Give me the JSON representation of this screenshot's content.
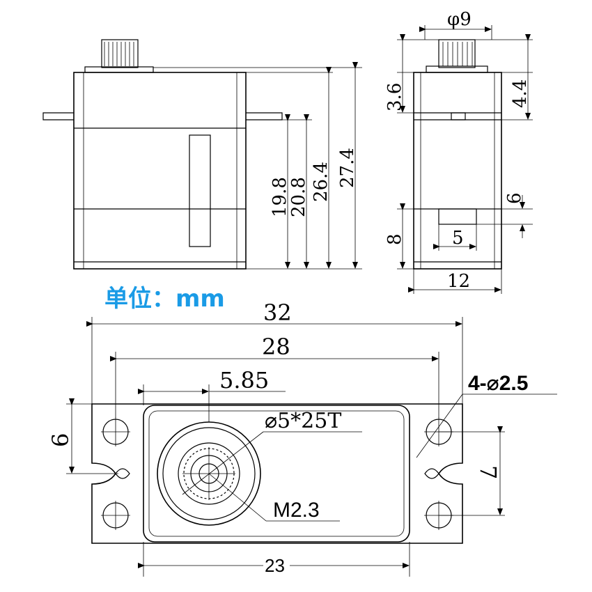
{
  "unit_label": "单位：mm",
  "unit_color": "#1a9be6",
  "side_view": {
    "dims": {
      "d19_8": "19.8",
      "d20_8": "20.8",
      "d26_4": "26.4",
      "d27_4": "27.4"
    }
  },
  "end_view": {
    "dims": {
      "phi9": "φ9",
      "d3_6": "3.6",
      "d4_4": "4.4",
      "d6": "6",
      "d8": "8",
      "d5": "5",
      "d12": "12"
    }
  },
  "top_view": {
    "dims": {
      "d32": "32",
      "d28": "28",
      "d5_85": "5.85",
      "hole": "4-⌀2.5",
      "spline": "⌀5*25T",
      "screw": "M2.3",
      "d6": "6",
      "d7": "7",
      "d23": "23"
    }
  }
}
